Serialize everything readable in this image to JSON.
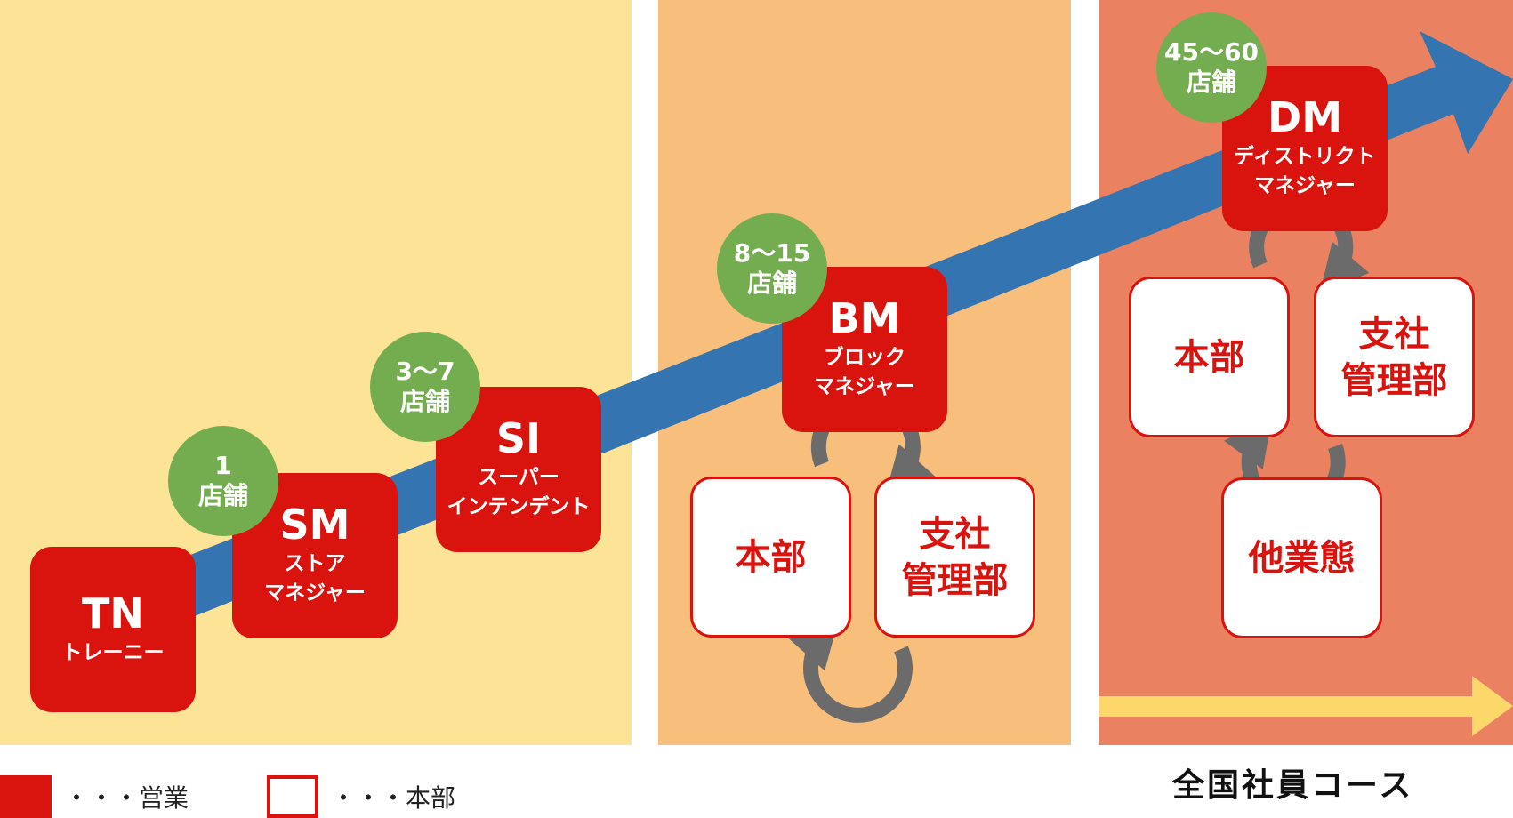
{
  "colors": {
    "sales_red": "#d9140f",
    "growth_arrow_blue": "#3474b0",
    "badge_green": "#74ad4f",
    "rotation_gray": "#6b6b6b",
    "course_arrow_yellow": "#fcd769"
  },
  "stages": [
    {
      "code": "TN",
      "role": "トレーニー"
    },
    {
      "code": "SM",
      "role": "ストア\nマネジャー"
    },
    {
      "code": "SI",
      "role": "スーパー\nインテンデント"
    },
    {
      "code": "BM",
      "role": "ブロック\nマネジャー"
    },
    {
      "code": "DM",
      "role": "ディストリクト\nマネジャー"
    }
  ],
  "badges": [
    {
      "count": "1",
      "unit": "店舗"
    },
    {
      "count": "3〜7",
      "unit": "店舗"
    },
    {
      "count": "8〜15",
      "unit": "店舗"
    },
    {
      "count": "45〜60",
      "unit": "店舗"
    }
  ],
  "hq_boxes": {
    "bm_honbu": "本部",
    "bm_shisha": "支社\n管理部",
    "dm_honbu": "本部",
    "dm_shisha": "支社\n管理部",
    "dm_tagyotai": "他業態"
  },
  "legend": {
    "sales": "・・・営業",
    "hq": "・・・本部"
  },
  "course_label": "全国社員コース"
}
